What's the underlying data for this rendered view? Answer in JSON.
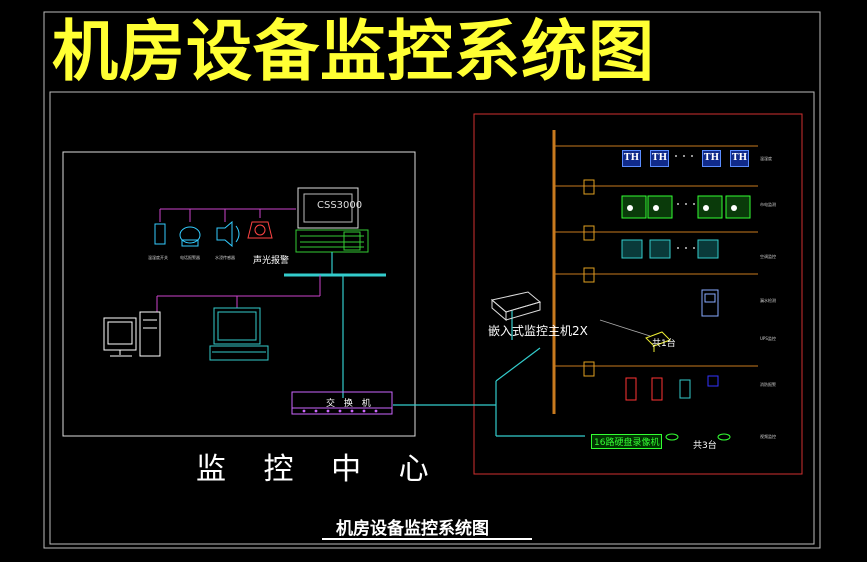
{
  "title": "机房设备监控系统图",
  "center_label": "监 控 中 心",
  "bottom_title": "机房设备监控系统图",
  "labels": {
    "css": "CSS3000",
    "alarm": "声光报警",
    "switch": "交 换 机",
    "host": "嵌入式监控主机2X",
    "dvr": "16路硬盘录像机",
    "ups_count": "共1台",
    "cam_count": "共3台",
    "th": "TH"
  },
  "colors": {
    "background": "#000000",
    "title": "#ffff33",
    "bus": "#c87a1e",
    "network": "#33cccc",
    "magenta": "#cc44cc",
    "panel_border": "#d03030",
    "green": "#33ff33"
  }
}
